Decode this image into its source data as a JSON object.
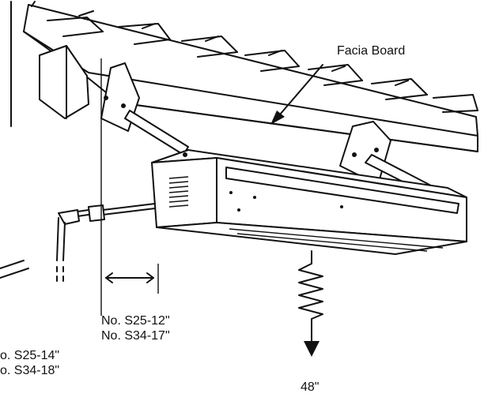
{
  "labels": {
    "facia_board": "Facia Board",
    "upper_left": [
      "No. S25-12\"",
      "No. S34-17\""
    ],
    "lower_left": [
      "o. S25-14\"",
      "o. S34-18\""
    ],
    "bottom": "48\""
  },
  "colors": {
    "ink": "#111111",
    "paper": "#ffffff"
  },
  "icons": [
    "arrow-icon",
    "spring-icon",
    "double-arrow-icon",
    "pipe-fitting-icon"
  ]
}
